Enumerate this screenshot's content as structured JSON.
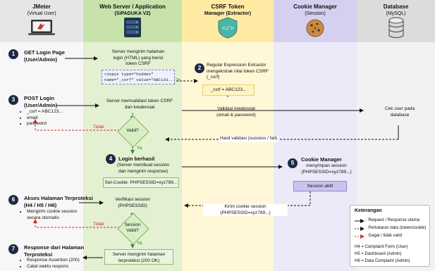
{
  "colors": {
    "lane_jmeter": "#f7f7f7",
    "lane_server": "#e3f0d2",
    "lane_csrf": "#fff7d6",
    "lane_cookie": "#ece9f8",
    "lane_db": "#f2f2f2",
    "header_jmeter": "#e6e6e6",
    "header_server": "#c7e3aa",
    "header_csrf": "#ffeaa3",
    "header_cookie": "#d6d0f0",
    "header_db": "#dcdcdc",
    "arrow_main": "#111111",
    "arrow_fail": "#d42a2a",
    "arrow_ok": "#3a8f3a"
  },
  "lanes": [
    {
      "title": "JMeter",
      "subtitle": "(Virtual User)",
      "icon": "laptop-jmeter-icon"
    },
    {
      "title": "Web Server / Application",
      "subtitle": "(SiPADUKA V2)",
      "icon": "server-icon"
    },
    {
      "title": "CSRF Token",
      "subtitle": "Manager (Extractor)",
      "icon": "code-shield-icon"
    },
    {
      "title": "Cookie Manager",
      "subtitle": "(Session)",
      "icon": "cookie-icon"
    },
    {
      "title": "Database",
      "subtitle": "(MySQL)",
      "icon": "database-icon"
    }
  ],
  "steps": {
    "s1": {
      "num": "1",
      "title": "GET Login Page\n(User/Admin)"
    },
    "s1_server": "Server mengirim halaman\nlogin (HTML) yang berisi\ntoken CSRF",
    "s1_code": "<input type=\"hidden\"\nname=\"_csrf\" value=\"ABC123...\">",
    "s2": {
      "num": "2",
      "text": "Regular Expression Extractor\nmengekstrak nilai token CSRF\n(_csrf)",
      "box": "_csrf = ABC123..."
    },
    "s3": {
      "num": "3",
      "title": "POST Login\n(User/Admin)",
      "bullets": [
        "_csrf = ABC123...",
        "email",
        "password"
      ]
    },
    "s3_server": "Server memvalidasi token CSRF\ndan kredensial",
    "s3_valid": "Validasi kredensial\n(email & password)",
    "s3_db": "Cek user pada\ndatabase",
    "decision1": "Valid?",
    "tidak1": "Tidak",
    "hasil": "Hasil validasi (success / fail)",
    "ya1": "Ya",
    "s4": {
      "num": "4",
      "title": "Login berhasil",
      "text": "(Server membuat session\ndan mengirim response)",
      "box": "Set-Cookie: PHPSESSID=xyz789..."
    },
    "s5": {
      "num": "5",
      "title": "Cookie Manager",
      "text": "menyimpan session\n(PHPSESSID=xyz789...)",
      "box": "Session aktif"
    },
    "s6": {
      "num": "6",
      "title": "Akses Halaman Terproteksi\n(H4 / H5 / H6)",
      "bullets": [
        "Mengirim cookie session\nsecara otomatis"
      ]
    },
    "s6_server": "Verifikasi session\n(PHPSESSID)",
    "kirim": "Kirim cookie session\n(PHPSESSID=xyz789...)",
    "decision2": "Session\nValid?",
    "tidak2": "Tidak",
    "ya2": "Ya",
    "s7": {
      "num": "7",
      "title": "Response dari Halaman\nTerproteksi",
      "bullets": [
        "Response Assertion (200)",
        "Catat waktu respons"
      ]
    },
    "s7_box": "Server mengirim halaman\nterproteksi (200 OK)"
  },
  "legend": {
    "title": "Keterangan",
    "items": [
      ": Request / Response utama",
      ": Pertukaran data (token/cookie)",
      ": Gagal / tidak valid"
    ],
    "keys": [
      "H4 = Complaint Form (User)",
      "H5 = Dashboard (Admin)",
      "H6 = Data Complaint (Admin)"
    ]
  }
}
